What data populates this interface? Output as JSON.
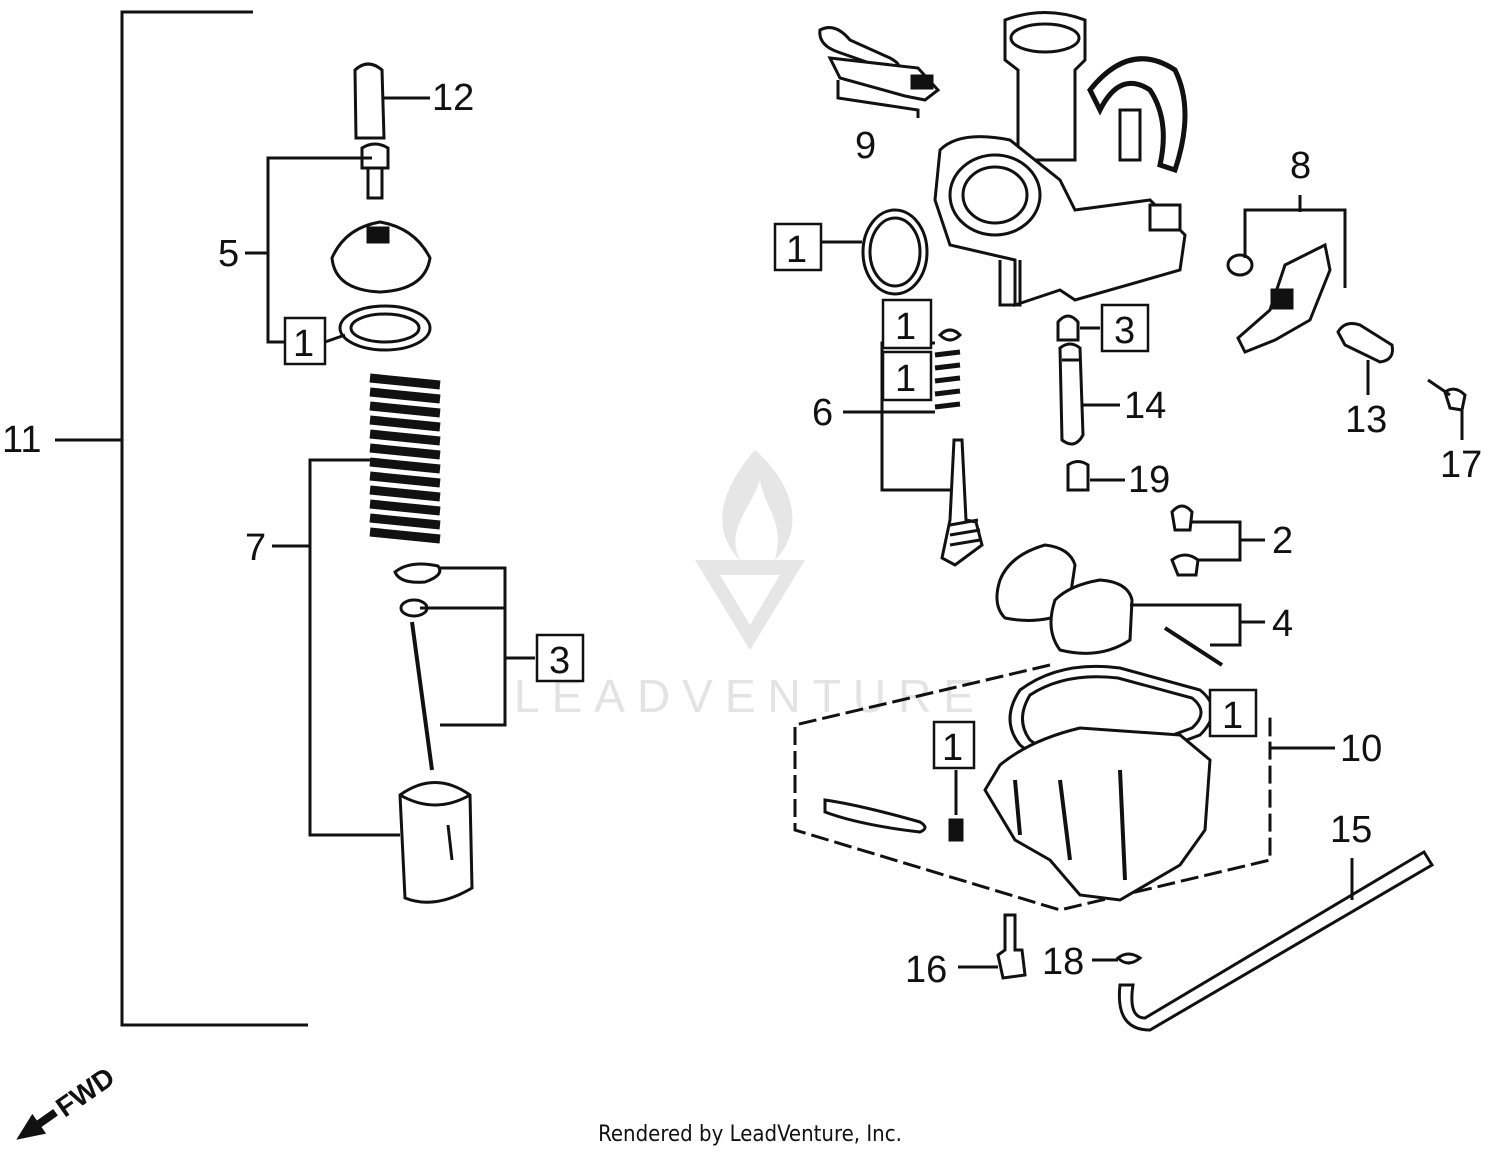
{
  "watermark": {
    "text": "LEADVENTURE"
  },
  "footer": {
    "text": "Rendered by LeadVenture, Inc."
  },
  "direction": {
    "label": "FWD"
  },
  "callouts": {
    "c11": "11",
    "c12": "12",
    "c5": "5",
    "c1a": "1",
    "c7": "7",
    "c3a": "3",
    "c9": "9",
    "c1b": "1",
    "c1c": "1",
    "c1d": "1",
    "c6": "6",
    "c3b": "3",
    "c14": "14",
    "c19": "19",
    "c8": "8",
    "c13": "13",
    "c17": "17",
    "c2": "2",
    "c4": "4",
    "c1e": "1",
    "c1f": "1",
    "c10": "10",
    "c15": "15",
    "c16": "16",
    "c18": "18"
  }
}
